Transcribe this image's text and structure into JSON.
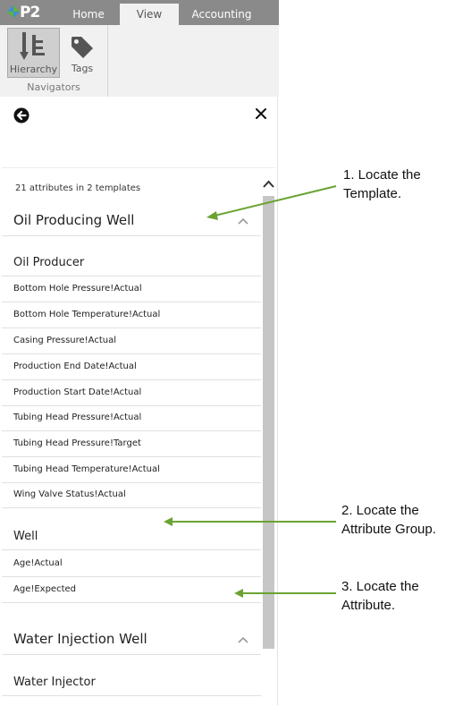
{
  "ribbon": {
    "logo_text": "P2",
    "tabs": [
      {
        "label": "Home"
      },
      {
        "label": "View"
      },
      {
        "label": "Accounting"
      }
    ],
    "group": {
      "label": "Navigators",
      "buttons": [
        {
          "label": "Hierarchy",
          "icon": "hierarchy-icon",
          "selected": true
        },
        {
          "label": "Tags",
          "icon": "tag-icon",
          "selected": false
        }
      ]
    }
  },
  "panel": {
    "back_icon": "back-arrow-icon",
    "close_icon": "close-icon",
    "summary": "21 attributes in 2 templates",
    "templates": [
      {
        "name": "Oil Producing Well",
        "expanded": true,
        "groups": [
          {
            "name": "Oil Producer",
            "attributes": [
              "Bottom Hole Pressure!Actual",
              "Bottom Hole Temperature!Actual",
              "Casing Pressure!Actual",
              "Production End Date!Actual",
              "Production Start Date!Actual",
              "Tubing Head Pressure!Actual",
              "Tubing Head Pressure!Target",
              "Tubing Head Temperature!Actual",
              "Wing Valve Status!Actual"
            ]
          },
          {
            "name": "Well",
            "attributes": [
              "Age!Actual",
              "Age!Expected"
            ]
          }
        ]
      },
      {
        "name": "Water Injection Well",
        "expanded": true,
        "groups": [
          {
            "name": "Water Injector",
            "attributes": []
          }
        ]
      }
    ]
  },
  "callouts": [
    {
      "line1": "1. Locate the",
      "line2": "Template."
    },
    {
      "line1": "2. Locate the",
      "line2": "Attribute Group."
    },
    {
      "line1": "3. Locate the",
      "line2": "Attribute."
    }
  ],
  "colors": {
    "tab_bar": "#8a8a8a",
    "ribbon_bg": "#f1f1f1",
    "selected_button": "#cfcfcf",
    "arrow": "#6aa332",
    "logo_blue": "#3a8fd8",
    "logo_green": "#5fb33a"
  }
}
